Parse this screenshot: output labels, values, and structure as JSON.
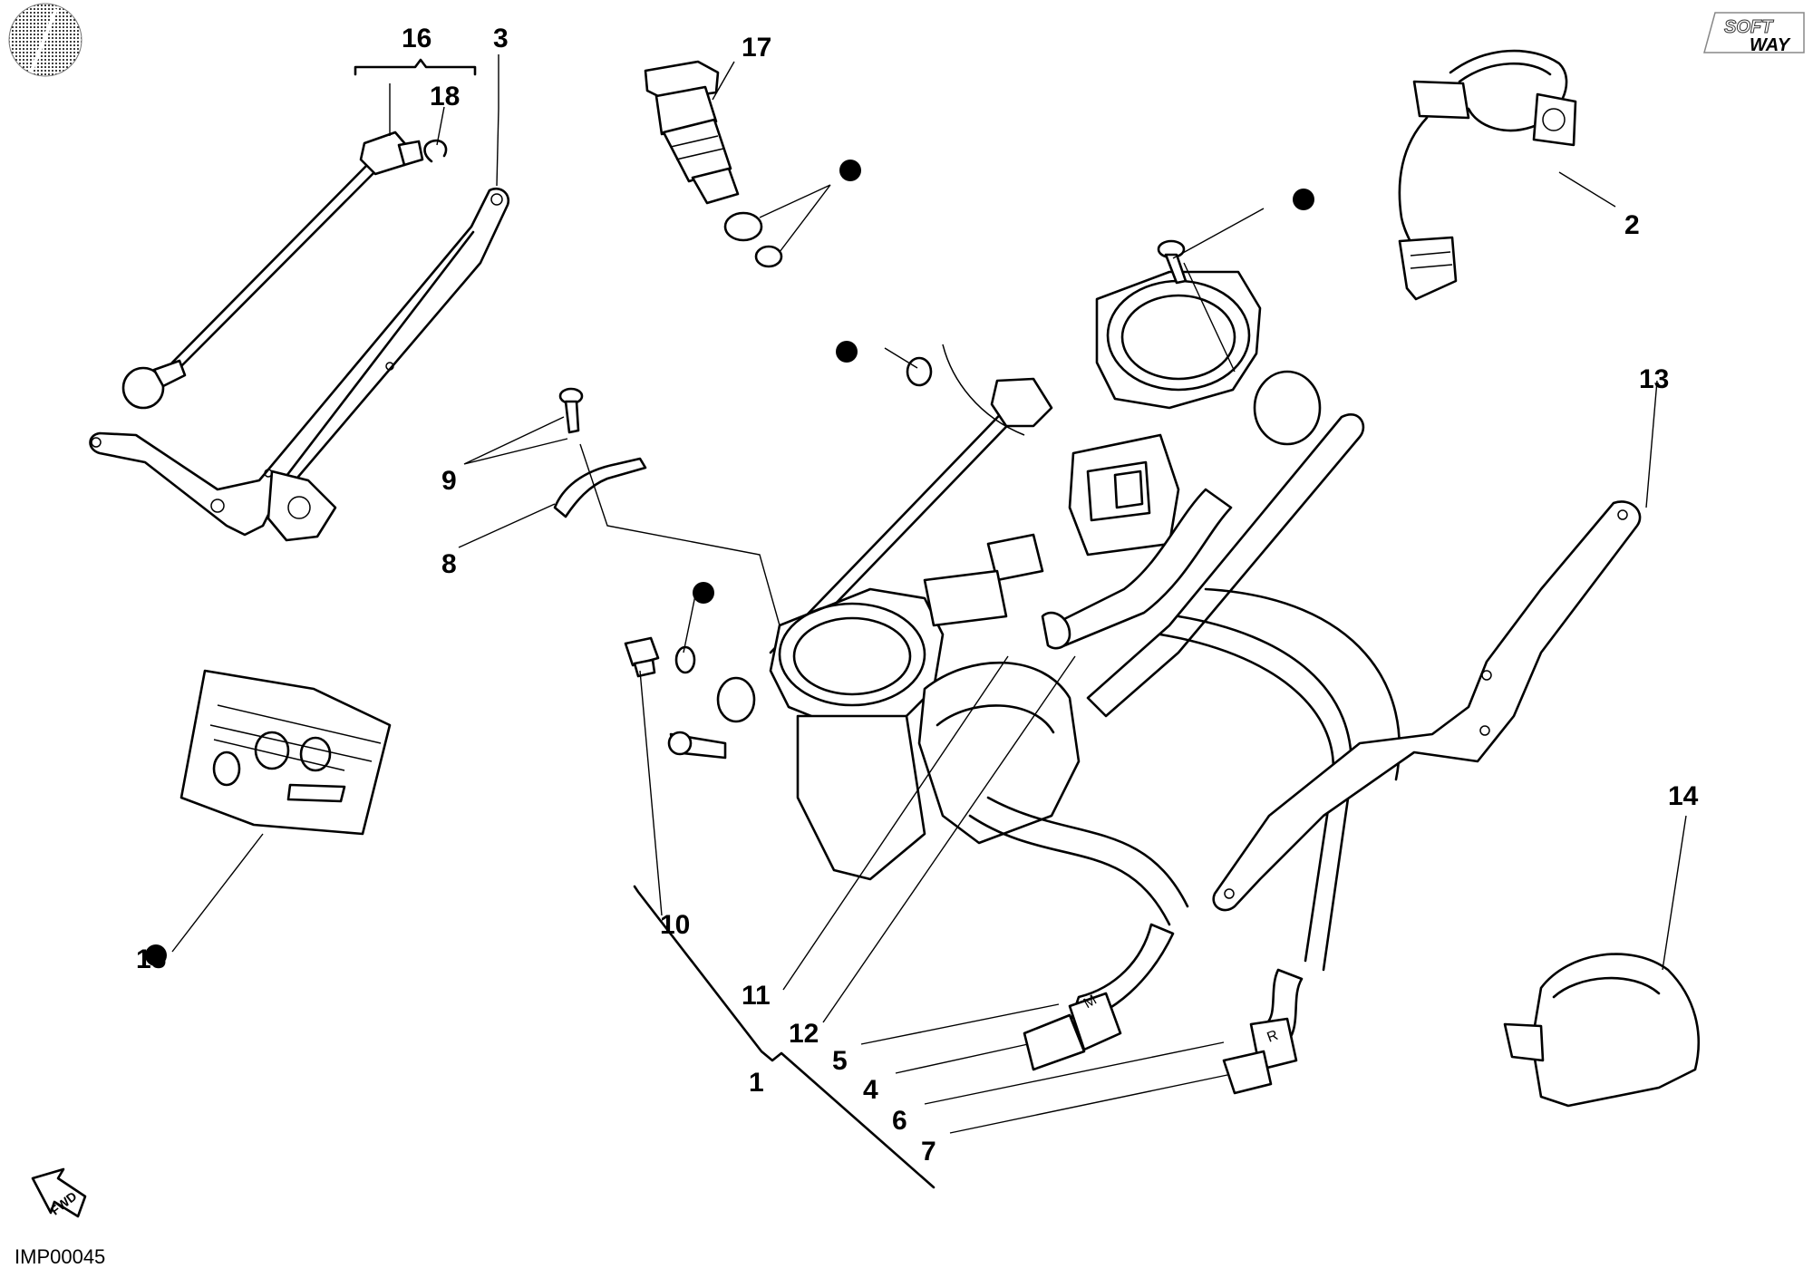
{
  "diagram": {
    "drawing_code": "IMP00045",
    "fwd_label": "FWD",
    "brand": {
      "line1": "SOFT",
      "line2": "WAY"
    },
    "callouts": [
      {
        "label": "16"
      },
      {
        "label": "3"
      },
      {
        "label": "18"
      },
      {
        "label": "17"
      },
      {
        "label": "2"
      },
      {
        "label": "13"
      },
      {
        "label": "9"
      },
      {
        "label": "8"
      },
      {
        "label": "10"
      },
      {
        "label": "14"
      },
      {
        "label": "15"
      },
      {
        "label": "11"
      },
      {
        "label": "12"
      },
      {
        "label": "1"
      },
      {
        "label": "5"
      },
      {
        "label": "4"
      },
      {
        "label": "6"
      },
      {
        "label": "7"
      }
    ],
    "hose_marks": {
      "m": "M",
      "r": "R"
    }
  }
}
